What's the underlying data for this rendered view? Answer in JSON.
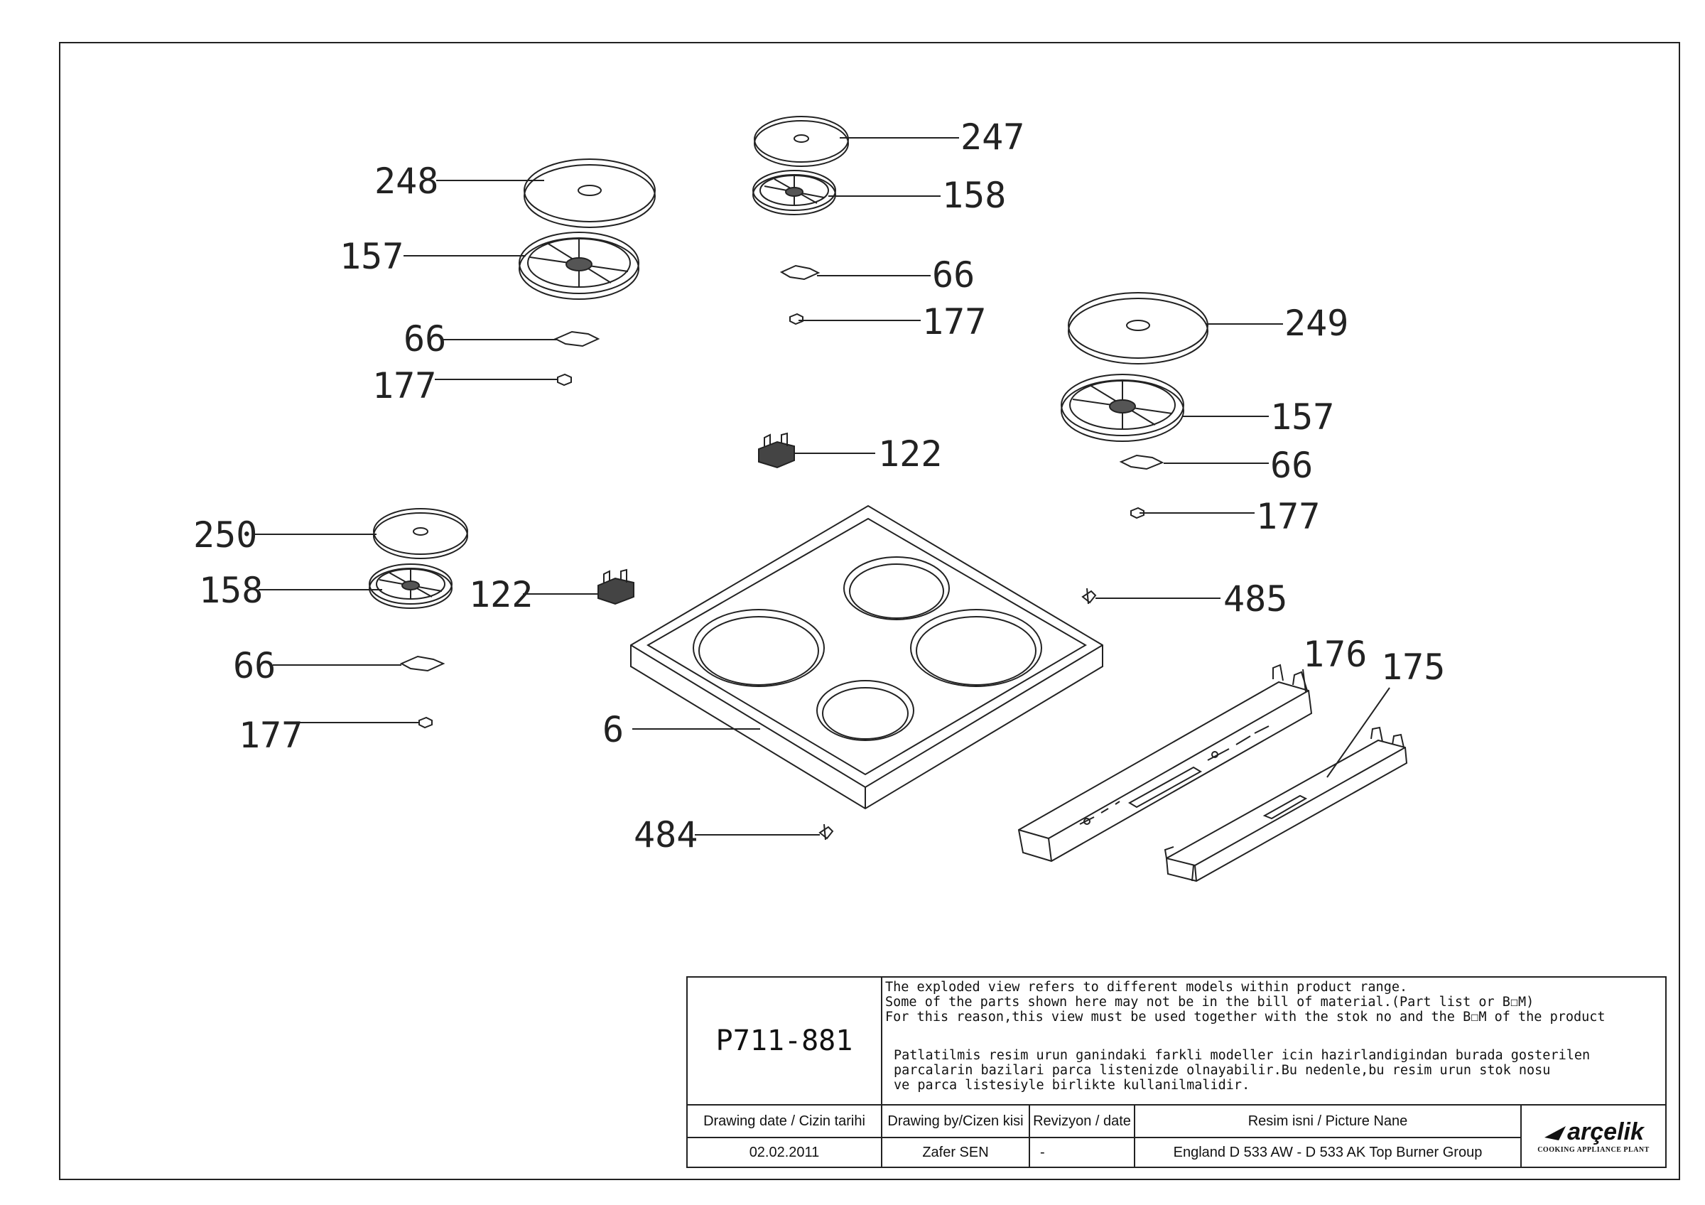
{
  "part_labels": {
    "p247": "247",
    "p158a": "158",
    "p66a": "66",
    "p177a": "177",
    "p248": "248",
    "p157a": "157",
    "p66b": "66",
    "p177b": "177",
    "p249": "249",
    "p157b": "157",
    "p66c": "66",
    "p177c": "177",
    "p122a": "122",
    "p250": "250",
    "p158b": "158",
    "p122b": "122",
    "p66d": "66",
    "p177d": "177",
    "p485": "485",
    "p176": "176",
    "p175": "175",
    "p6": "6",
    "p484": "484"
  },
  "title_block": {
    "drawing_code": "P711-881",
    "notes_en": [
      "The exploded view refers to different models within product range.",
      "Some of the parts shown here may not be in the bill of material.(Part list or B☐M)",
      "For this reason,this view must be used together with the stok no and the B☐M of the product"
    ],
    "notes_tr": [
      "Patlatilmis resim urun ganindaki farkli modeller icin hazirlandigindan burada gosterilen",
      "parcalarin bazilari parca listenizde olnayabilir.Bu nedenle,bu resim urun stok nosu",
      "ve parca listesiyle birlikte kullanilmalidir."
    ],
    "headers": {
      "date": "Drawing date / Cizin tarihi",
      "by": "Drawing by/Cizen kisi",
      "rev": "Revizyon / date",
      "name": "Resim isni / Picture Nane"
    },
    "values": {
      "date": "02.02.2011",
      "by": "Zafer SEN",
      "rev": "-",
      "name": "England D 533 AW - D 533 AK Top Burner Group"
    },
    "logo": {
      "word": "arçelik",
      "tagline": "COOKING APPLIANCE PLANT"
    }
  }
}
